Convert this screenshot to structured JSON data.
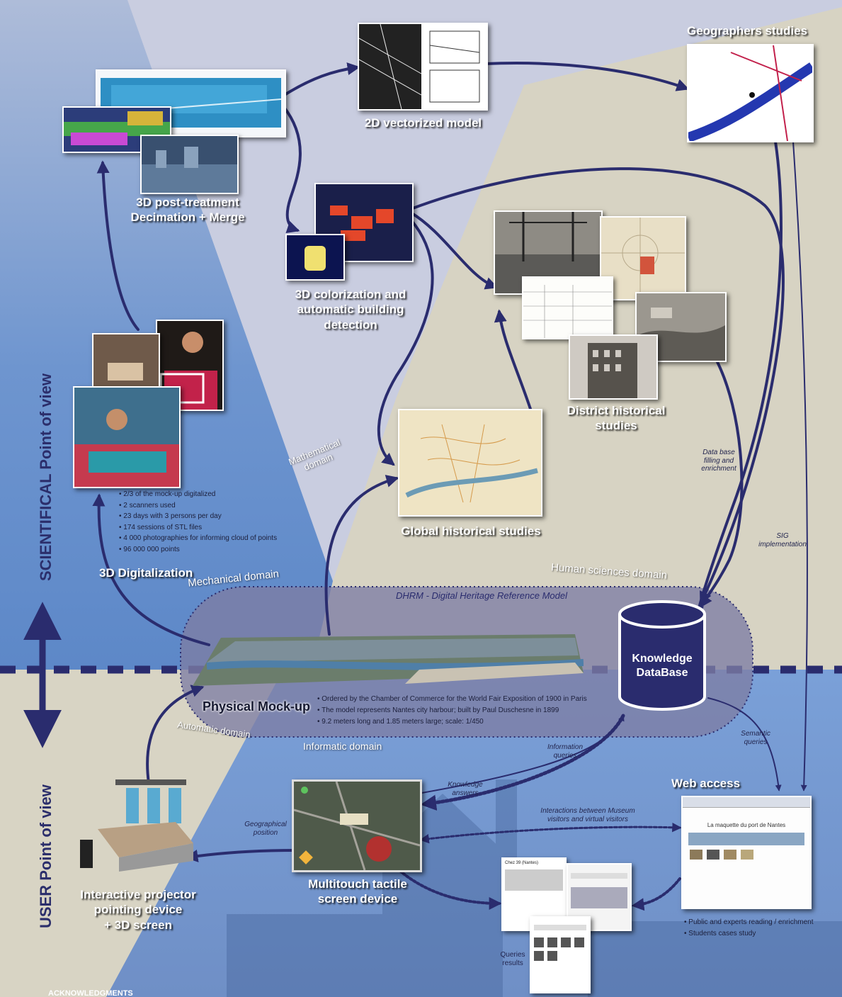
{
  "axis": {
    "scientific": "SCIENTIFICAL Point of view",
    "user": "USER Point of view"
  },
  "nodes": {
    "post_treatment": "3D post-treatment",
    "post_treatment_2": "Decimation + Merge",
    "vectorized": "2D vectorized model",
    "geographers": "Geographers studies",
    "colorization_1": "3D colorization and",
    "colorization_2": "automatic building",
    "colorization_3": "detection",
    "district_1": "District historical",
    "district_2": "studies",
    "global": "Global historical studies",
    "digitalization": "3D Digitalization",
    "mockup": "Physical Mock-up",
    "knowledge_1": "Knowledge",
    "knowledge_2": "DataBase",
    "web_access": "Web access",
    "multitouch_1": "Multitouch tactile",
    "multitouch_2": "screen device",
    "projector_1": "Interactive projector",
    "projector_2": "pointing device",
    "projector_3": "+ 3D screen"
  },
  "dhrm": "DHRM - Digital Heritage Reference Model",
  "domains": {
    "mathematical_1": "Mathematical",
    "mathematical_2": "domain",
    "mechanical": "Mechanical domain",
    "human": "Human sciences domain",
    "automatic": "Automatic domain",
    "informatic": "Informatic domain"
  },
  "digitalization_bullets": [
    "2/3 of the mock-up digitalized",
    "2 scanners used",
    "23 days with 3 persons per day",
    "174 sessions of STL files",
    "4 000 photographies for informing cloud of points",
    "96 000 000 points"
  ],
  "mockup_bullets": [
    "Ordered by the Chamber of Commerce for the World Fair Exposition of 1900 in Paris",
    "The model represents Nantes city harbour; built by Paul Duschesne in 1899",
    "9.2 meters long and 1.85 meters large; scale: 1/450"
  ],
  "web_bullets": [
    "Public and experts reading / enrichment",
    "Students cases study"
  ],
  "notes": {
    "database_filling_1": "Data base",
    "database_filling_2": "filling and",
    "database_filling_3": "enrichment",
    "sig_1": "SIG",
    "sig_2": "implementation",
    "semantic_1": "Semantic",
    "semantic_2": "queries",
    "information_1": "Information",
    "information_2": "queries",
    "knowledge_answers_1": "Knowledge",
    "knowledge_answers_2": "answers",
    "interactions_1": "Interactions between Museum",
    "interactions_2": "visitors and virtual visitors",
    "geo_position_1": "Geographical",
    "geo_position_2": "position",
    "queries_results_1": "Queries",
    "queries_results_2": "results"
  },
  "web_page_title": "La maquette du port de Nantes",
  "queries_page_title": "Chez 39 (Nantes)",
  "footer": "ACKNOWLEDGMENTS",
  "colors": {
    "arrow": "#2a2c6e",
    "scientific_bg": "#5b86c7",
    "human_bg": "#d8d4c4",
    "user_bg": "#6f95d3",
    "dhrm_band": "#7d7ea4"
  }
}
